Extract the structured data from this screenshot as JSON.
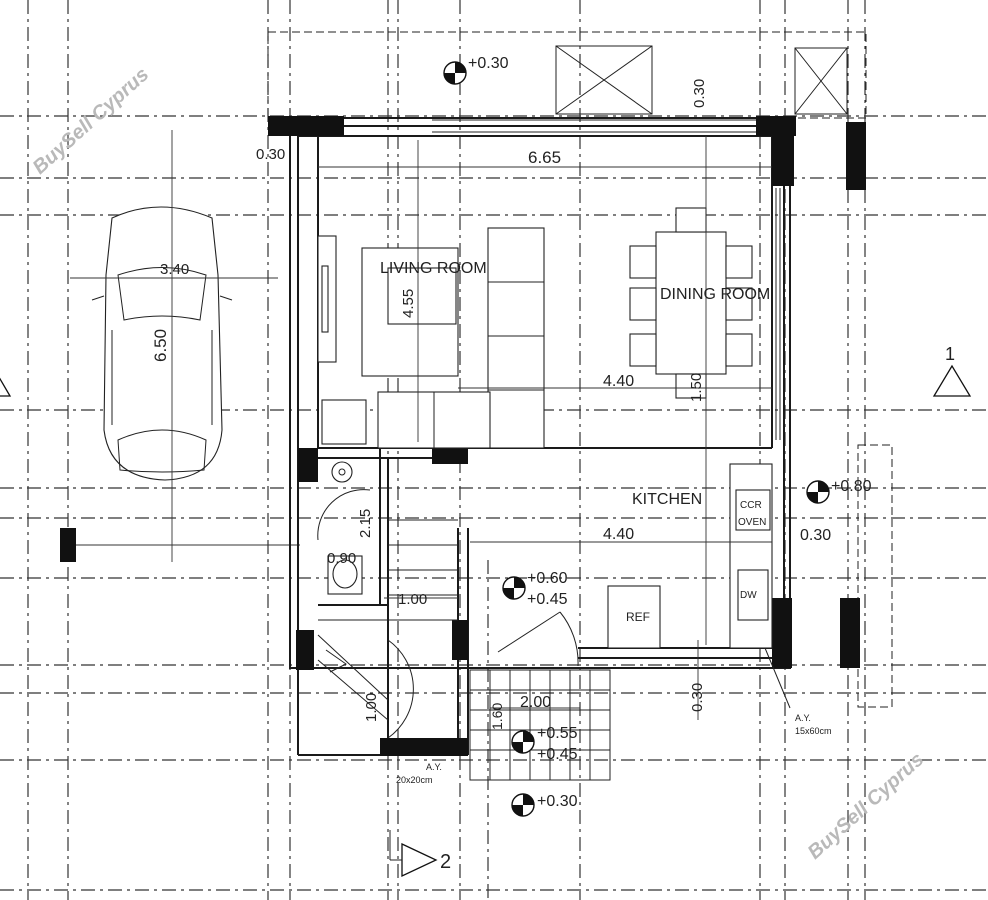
{
  "watermarks": [
    "BuySell Cyprus",
    "BuySell Cyprus"
  ],
  "rooms": {
    "living": "LIVING ROOM",
    "dining": "DINING ROOM",
    "kitchen": "KITCHEN",
    "ref": "REF",
    "cooker_top": "CCR",
    "cooker_bottom": "OVEN",
    "dw": "DW"
  },
  "dimensions": {
    "d_0_30_tl": "0.30",
    "d_6_65": "6.65",
    "d_3_40": "3.40",
    "d_6_50": "6.50",
    "d_4_55": "4.55",
    "d_4_40_dining": "4.40",
    "d_1_50": "1.50",
    "d_4_40_kitchen": "4.40",
    "d_0_30_right": "0.30",
    "d_0_30_top_vert": "0.30",
    "d_2_15": "2.15",
    "d_0_90": "0.90",
    "d_1_00_h": "1.00",
    "d_1_00_v": "1.00",
    "d_2_00": "2.00",
    "d_1_60": "1.60",
    "d_0_30_bottom_vert": "0.30"
  },
  "levels": {
    "top": "+0.30",
    "right": "+0.80",
    "hall_a": "+0.60",
    "hall_b": "+0.45",
    "entry_a": "+0.55",
    "entry_b": "+0.45",
    "bottom": "+0.30"
  },
  "notes": {
    "ay_left_1": "A.Y.",
    "ay_left_2": "20x20cm",
    "ay_right_1": "A.Y.",
    "ay_right_2": "15x60cm"
  },
  "section_marks": {
    "s1": "1",
    "s2": "2"
  }
}
